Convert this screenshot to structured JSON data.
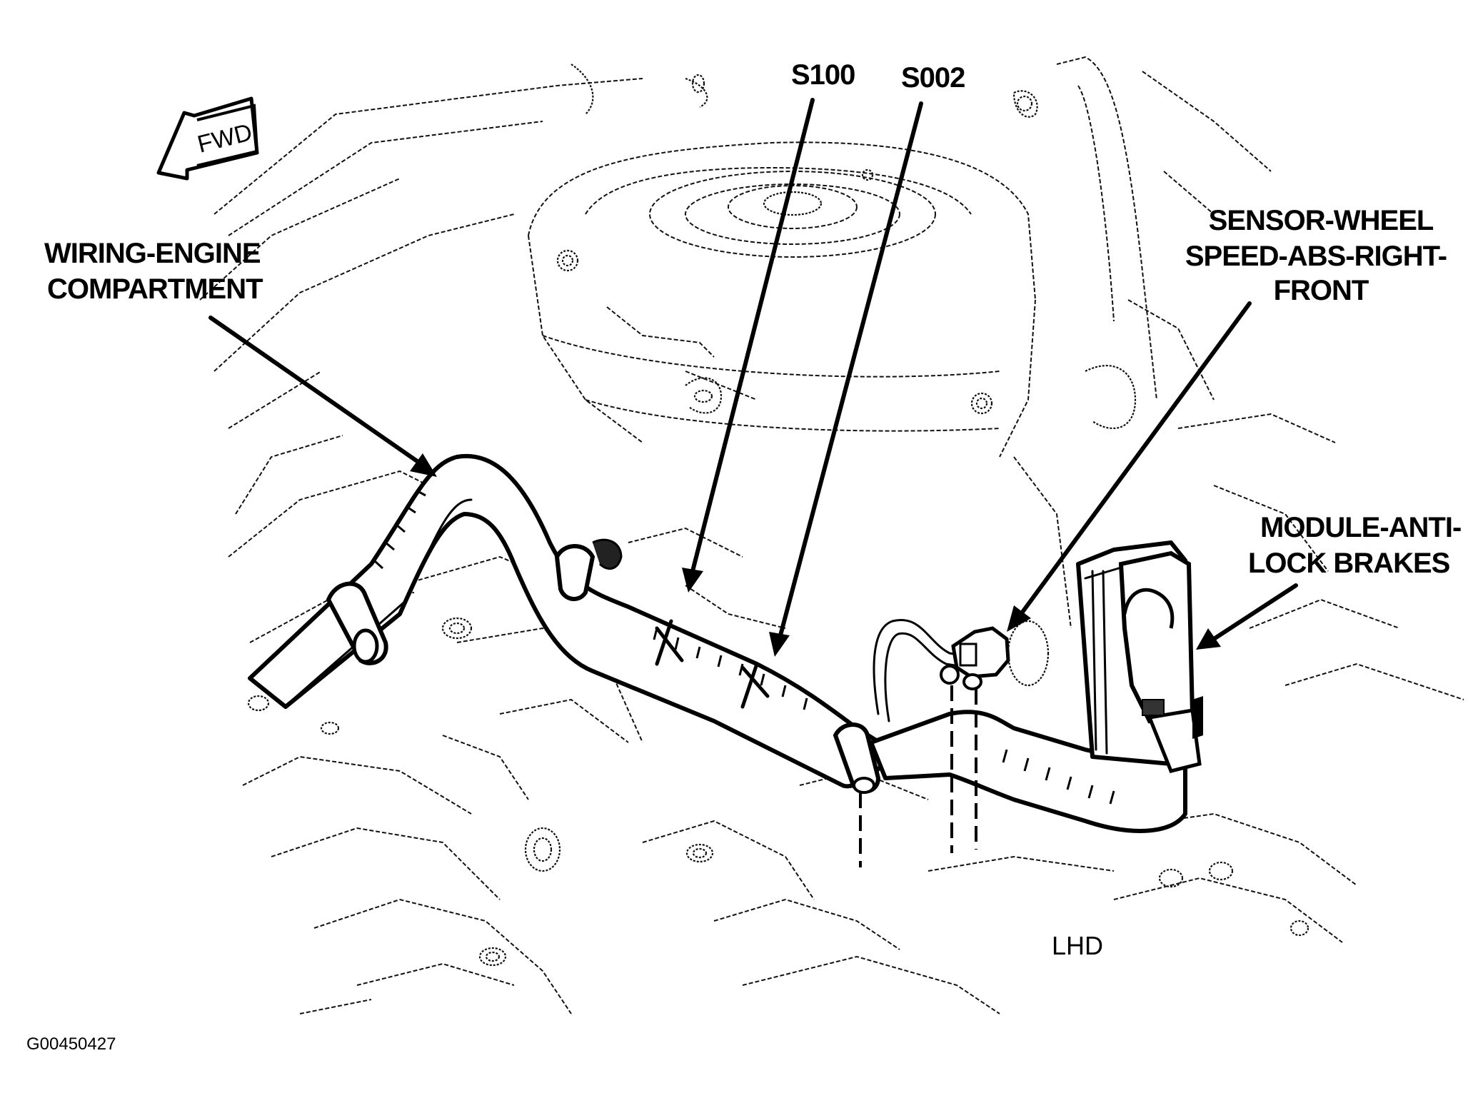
{
  "figure": {
    "id_caption": "G00450427",
    "orientation_label": "LHD",
    "direction_indicator": "FWD"
  },
  "callouts": [
    {
      "key": "wiring",
      "lines": [
        "WIRING-ENGINE",
        "COMPARTMENT"
      ]
    },
    {
      "key": "s100",
      "lines": [
        "S100"
      ]
    },
    {
      "key": "s002",
      "lines": [
        "S002"
      ]
    },
    {
      "key": "sensor",
      "lines": [
        "SENSOR-WHEEL",
        "SPEED-ABS-RIGHT-",
        "FRONT"
      ]
    },
    {
      "key": "module",
      "lines": [
        "MODULE-ANTI-",
        "LOCK BRAKES"
      ]
    }
  ]
}
